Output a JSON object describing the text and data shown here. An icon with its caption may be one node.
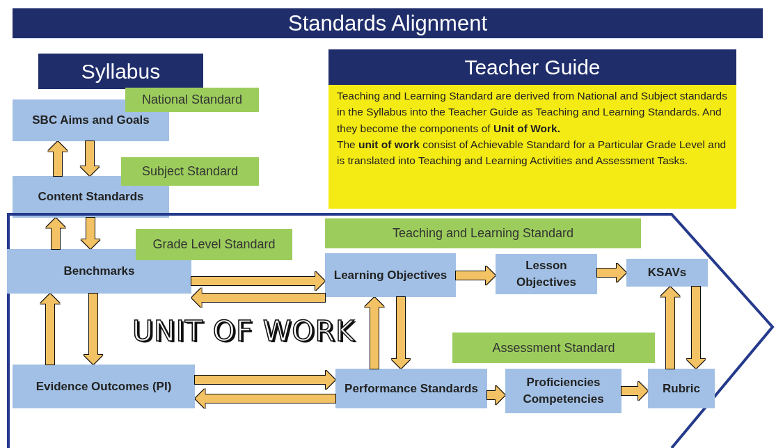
{
  "diagram": {
    "title": "Standards Alignment",
    "nodes": [
      {
        "text": [
          "Syllabus"
        ]
      },
      {
        "text": [
          "National Standard"
        ]
      },
      {
        "text": [
          "SBC Aims and Goals"
        ]
      },
      {
        "text": [
          "Subject Standard"
        ]
      },
      {
        "text": [
          "Content Standards"
        ]
      },
      {
        "text": [
          "Teacher Guide"
        ]
      },
      {
        "text": [
          "Teaching and Learning Standard are derived from National and Subject standards in the Syllabus into the Teacher Guide as Teaching and Learning Standards. And they become the components of **Unit of Work.**",
          "The **unit of work** consist of Achievable Standard for a Particular Grade Level and is translated into Teaching and Learning Activities and Assessment Tasks."
        ]
      },
      {
        "text": [
          "UNIT OF WORK"
        ]
      },
      {
        "text": [
          "Grade Level Standard"
        ],
        "in": 7
      },
      {
        "text": [
          "Benchmarks"
        ],
        "in": 7
      },
      {
        "text": [
          "Teaching and Learning Standard"
        ],
        "in": 7
      },
      {
        "text": [
          "Learning Objectives"
        ],
        "in": 7
      },
      {
        "text": [
          "Lesson Objectives"
        ],
        "in": 7
      },
      {
        "text": [
          "KSAVs"
        ],
        "in": 7
      },
      {
        "text": [
          "Evidence Outcomes (PI)"
        ],
        "in": 7
      },
      {
        "text": [
          "Assessment Standard"
        ],
        "in": 7
      },
      {
        "text": [
          "Performance Standards"
        ],
        "in": 7
      },
      {
        "text": [
          "Proficiencies Competencies"
        ],
        "in": 7
      },
      {
        "text": [
          "Rubric"
        ],
        "in": 7
      }
    ],
    "edges": [
      {
        "from": 4,
        "to": 2,
        "arrow": "to"
      },
      {
        "from": 2,
        "to": 4,
        "arrow": "to"
      },
      {
        "from": 9,
        "to": 4,
        "arrow": "to"
      },
      {
        "from": 4,
        "to": 9,
        "arrow": "to"
      },
      {
        "from": 14,
        "to": 9,
        "arrow": "to"
      },
      {
        "from": 9,
        "to": 14,
        "arrow": "to"
      },
      {
        "from": 9,
        "to": 11,
        "arrow": "to"
      },
      {
        "from": 11,
        "to": 9,
        "arrow": "to"
      },
      {
        "from": 14,
        "to": 16,
        "arrow": "to"
      },
      {
        "from": 16,
        "to": 14,
        "arrow": "to"
      },
      {
        "from": 16,
        "to": 11,
        "arrow": "to"
      },
      {
        "from": 11,
        "to": 16,
        "arrow": "to"
      },
      {
        "from": 11,
        "to": 12,
        "arrow": "to"
      },
      {
        "from": 12,
        "to": 13,
        "arrow": "to"
      },
      {
        "from": 16,
        "to": 17,
        "arrow": "to"
      },
      {
        "from": 17,
        "to": 18,
        "arrow": "to"
      },
      {
        "from": 18,
        "to": 13,
        "arrow": "to"
      },
      {
        "from": 13,
        "to": 18,
        "arrow": "to"
      }
    ]
  }
}
